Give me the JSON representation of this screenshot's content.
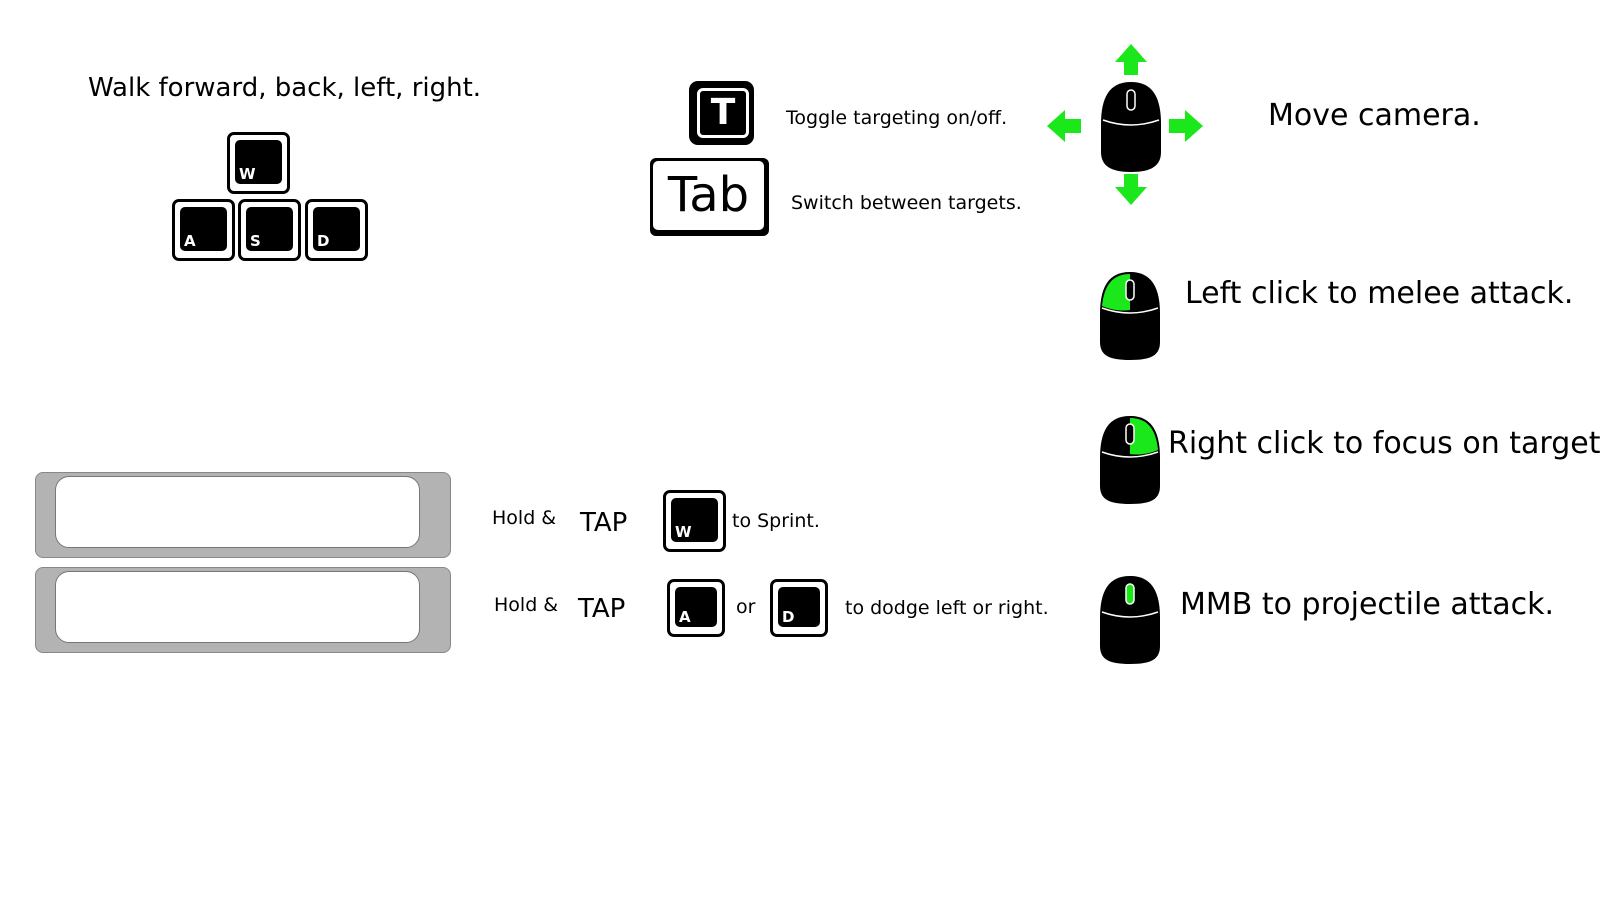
{
  "movement": {
    "title": "Walk forward, back, left, right.",
    "keys": {
      "w": "W",
      "a": "A",
      "s": "S",
      "d": "D"
    }
  },
  "targeting": {
    "t_key": "T",
    "toggle_text": "Toggle targeting on/off.",
    "tab_key": "Tab",
    "switch_text": "Switch between targets."
  },
  "mouse": {
    "move_camera": "Move camera.",
    "left_click": "Left click to melee attack.",
    "right_click": "Right click to focus on target.",
    "mmb": "MMB to projectile attack.",
    "accent_color": "#1be81b"
  },
  "sprint": {
    "hold": "Hold &",
    "tap": "TAP",
    "key": "W",
    "text": "to Sprint."
  },
  "dodge": {
    "hold": "Hold &",
    "tap": "TAP",
    "key_left": "A",
    "or": "or",
    "key_right": "D",
    "text": "to dodge left or right."
  }
}
